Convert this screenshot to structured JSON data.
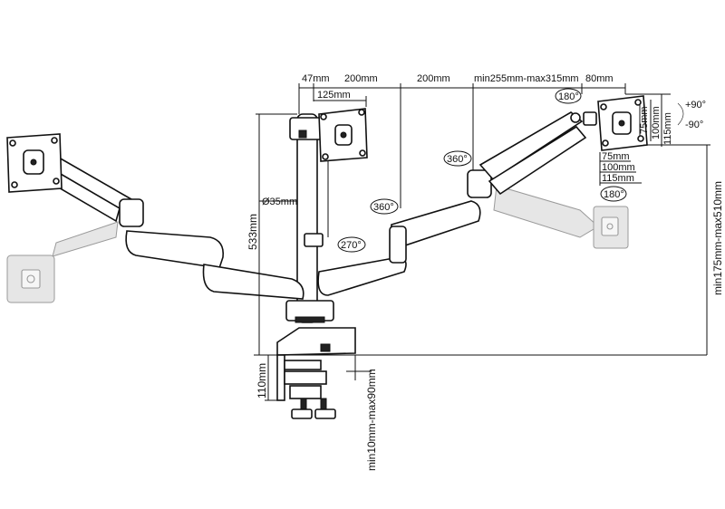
{
  "dimensions": {
    "top": [
      "47mm",
      "200mm",
      "200mm",
      "min255mm-max315mm",
      "80mm"
    ],
    "vesa_top": "125mm",
    "pole_height": "533mm",
    "pole_diameter": "Ø35mm",
    "clamp_height": "110mm",
    "clamp_range": "min10mm-max90mm",
    "height_range": "min175mm-max510mm",
    "vesa_right": [
      "75mm",
      "100mm",
      "115mm"
    ],
    "vesa_bottom": [
      "75mm",
      "100mm",
      "115mm"
    ],
    "tilt_up": "+90°",
    "tilt_down": "-90°"
  },
  "rotations": {
    "r180_top": "180°",
    "r180_bottom": "180°",
    "r360_upper": "360°",
    "r360_lower": "360°",
    "r270": "270°"
  },
  "colors": {
    "line": "#111111",
    "ghost": "#9a9a9a",
    "background": "#ffffff"
  }
}
